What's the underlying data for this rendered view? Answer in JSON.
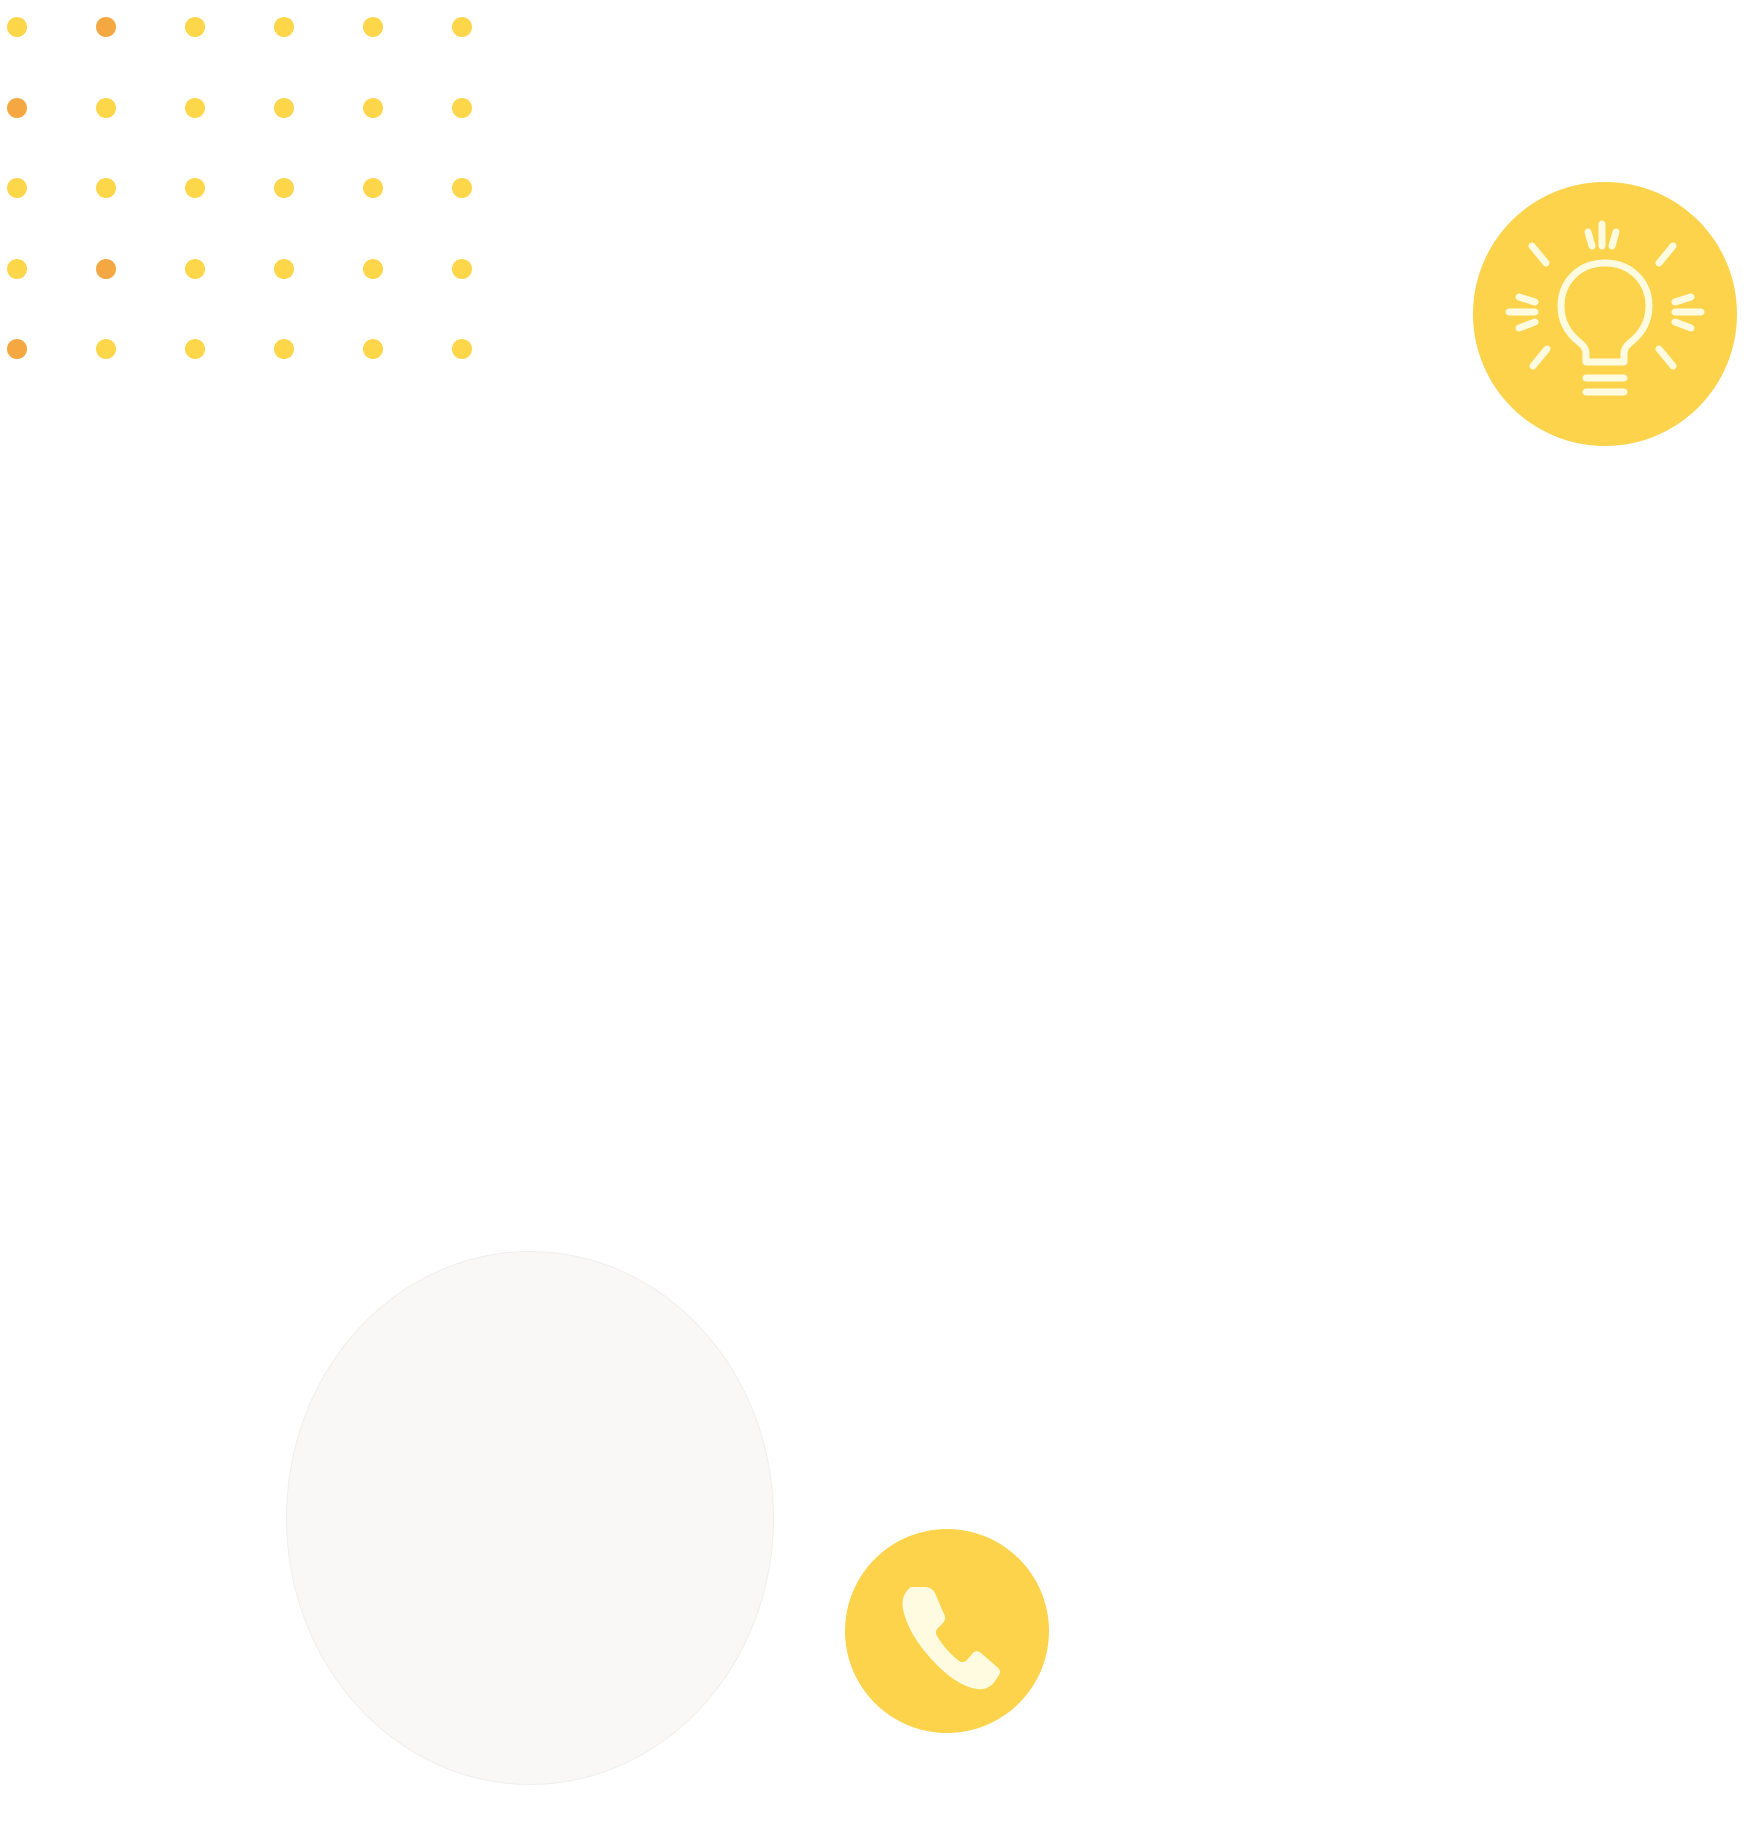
{
  "colors": {
    "background": "#ffffff",
    "dot_yellow": "#fdd64a",
    "dot_orange": "#f5a841",
    "badge_yellow": "#fcd34a",
    "icon_cream": "#fffbe0",
    "grey_circle": "#f9f8f6"
  },
  "dot_grid": {
    "rows": 5,
    "cols": 6,
    "orange_cells": [
      [
        0,
        1
      ],
      [
        1,
        0
      ],
      [
        3,
        1
      ],
      [
        4,
        0
      ]
    ]
  },
  "icons": {
    "bulb": "lightbulb-icon",
    "phone": "phone-icon"
  }
}
